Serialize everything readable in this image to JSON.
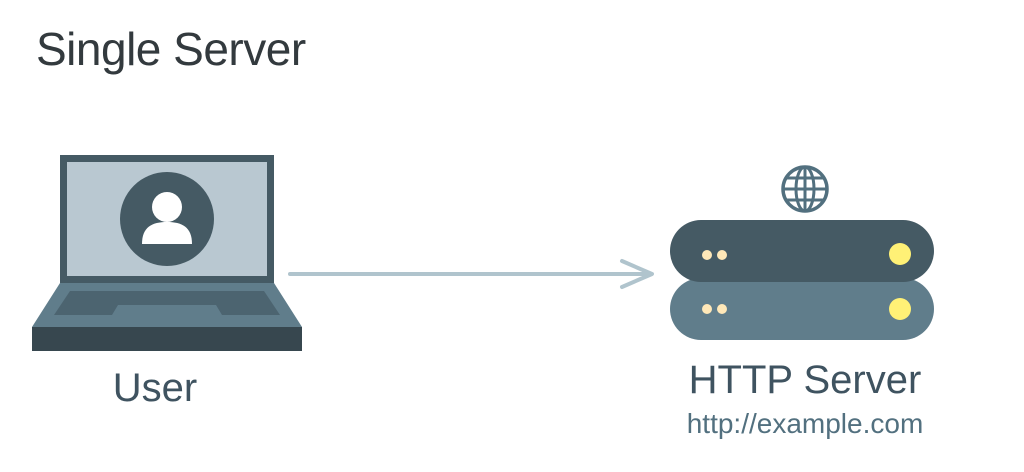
{
  "diagram": {
    "title": "Single Server",
    "user": {
      "label": "User",
      "icon": "laptop-user-icon"
    },
    "connection": {
      "direction": "user-to-server",
      "icon": "arrow-right-icon"
    },
    "server": {
      "label": "HTTP Server",
      "url": "http://example.com",
      "icon": "server-stack-icon",
      "network_icon": "globe-icon"
    },
    "colors": {
      "dark_slate": "#455a64",
      "slate": "#607d8b",
      "screen": "#b9c8d1",
      "arrow": "#b0c4cd",
      "led_yellow": "#fff176",
      "led_cream": "#ffe8b8"
    }
  }
}
